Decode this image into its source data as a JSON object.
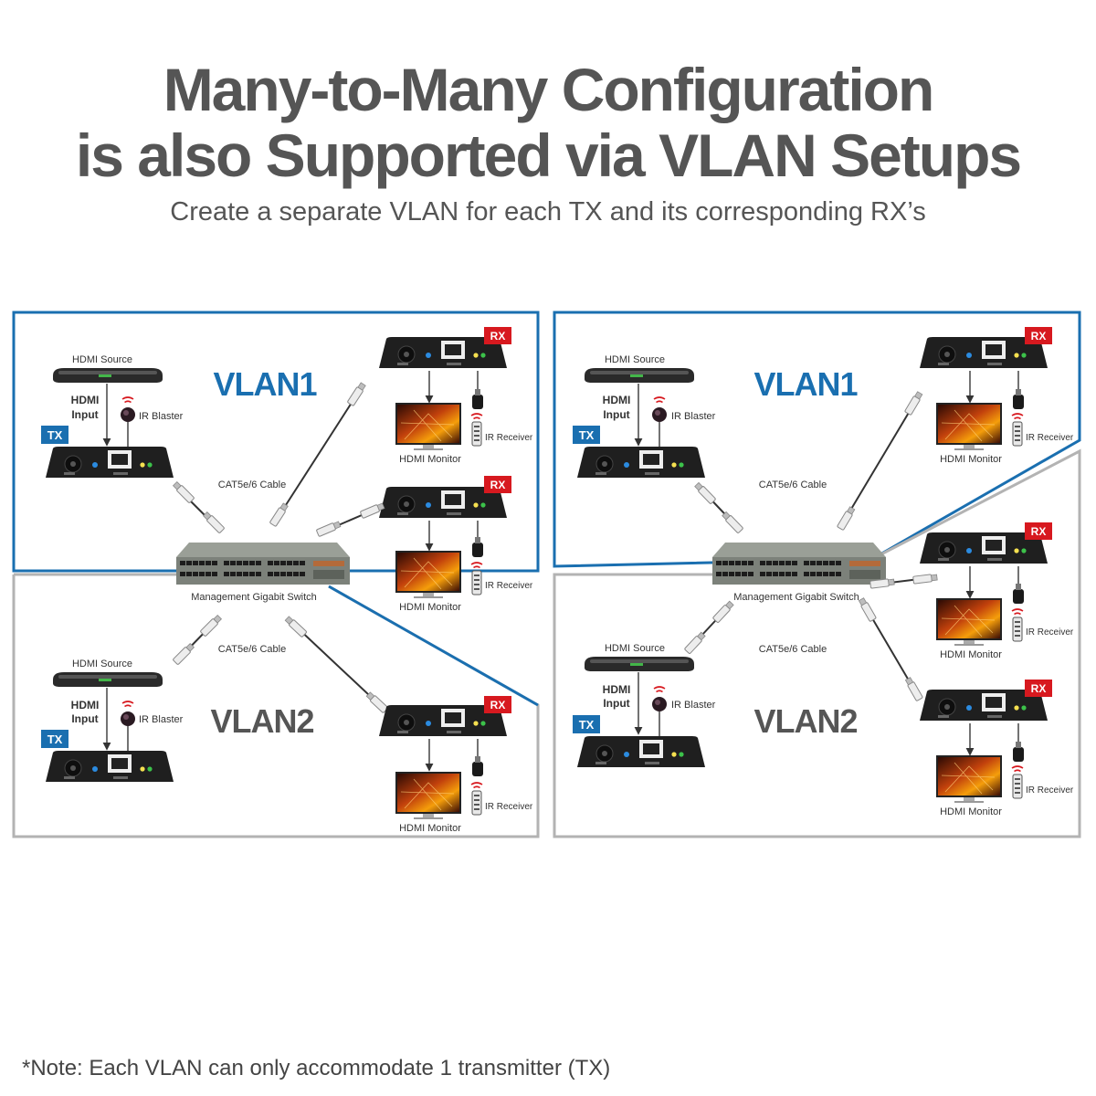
{
  "header": {
    "title_line1": "Many-to-Many Configuration",
    "title_line2": "is also Supported via VLAN Setups",
    "subtitle": "Create a separate VLAN for each TX and its corresponding RX’s"
  },
  "labels": {
    "hdmi_source": "HDMI Source",
    "hdmi_input_line1": "HDMI",
    "hdmi_input_line2": "Input",
    "ir_blaster": "IR Blaster",
    "ir_receiver": "IR Receiver",
    "hdmi_monitor": "HDMI Monitor",
    "cable": "CAT5e/6 Cable",
    "switch": "Management Gigabit Switch",
    "tx_badge": "TX",
    "rx_badge": "RX",
    "vlan1": "VLAN1",
    "vlan2": "VLAN2"
  },
  "colors": {
    "vlan1_border": "#1a6fb0",
    "vlan2_border": "#b3b3b3",
    "vlan1_text": "#1a6fb0",
    "vlan2_text": "#555555",
    "tx_badge": "#1a6fb0",
    "rx_badge": "#d7191f"
  },
  "footnote": "*Note: Each VLAN can only accommodate 1 transmitter (TX)"
}
